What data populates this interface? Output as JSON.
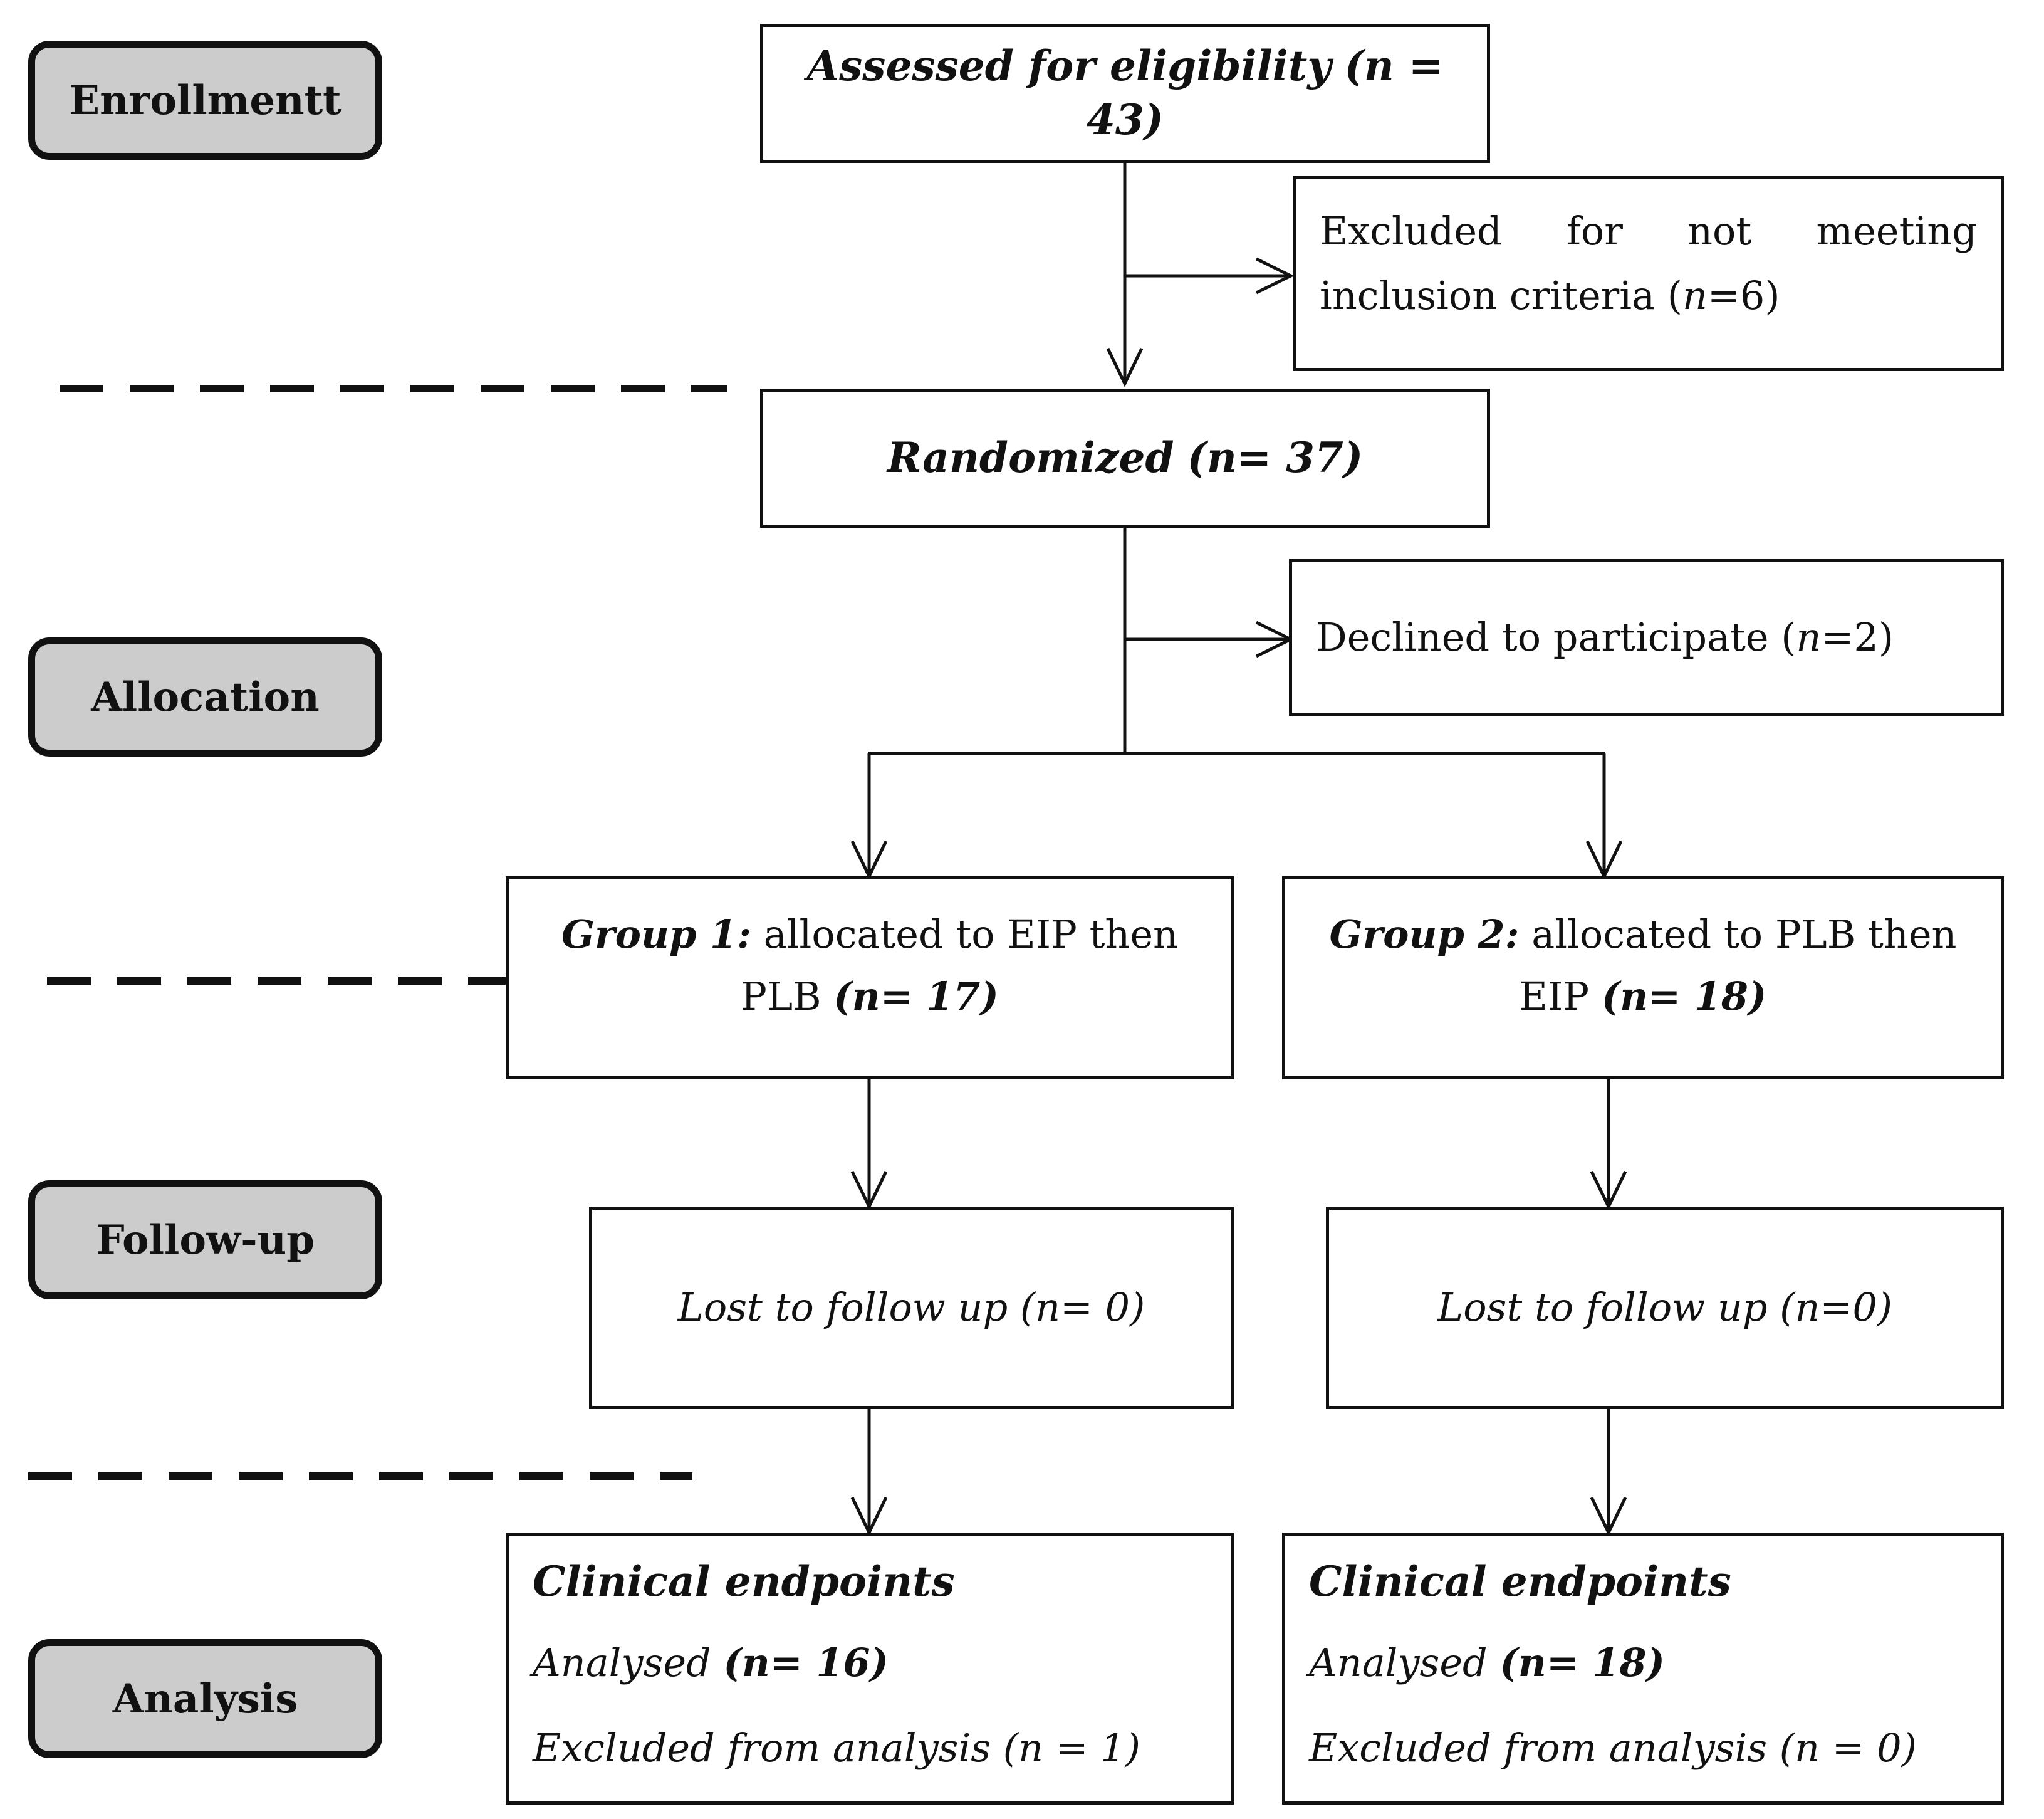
{
  "stages": {
    "enrollment": "Enrollmentt",
    "allocation": "Allocation",
    "followup": "Follow-up",
    "analysis": "Analysis"
  },
  "assessed": {
    "label": "Assessed for eligibility",
    "n": "(n = 43)"
  },
  "excluded": {
    "line1": "Excluded for not meeting",
    "line2_pre": "inclusion criteria (",
    "n": "n",
    "line2_post": "=6)"
  },
  "randomized": {
    "label": "Randomized",
    "n": "(n= 37)"
  },
  "declined": {
    "pre": "Declined to participate (",
    "n": "n",
    "post": "=2)"
  },
  "group1": {
    "name": "Group 1:",
    "text1": " allocated to EIP then",
    "text2": "PLB ",
    "n": "(n= 17)"
  },
  "group2": {
    "name": "Group 2:",
    "text1": " allocated to PLB then",
    "text2": "EIP ",
    "n": "(n= 18)"
  },
  "lost1": {
    "text": "Lost to follow up (n= 0)"
  },
  "lost2": {
    "text": "Lost to follow up (n=0)"
  },
  "analysis1": {
    "title": "Clinical endpoints",
    "analysed": "Analysed ",
    "analysed_n": "(n= 16)",
    "excluded": "Excluded from analysis (n = 1)"
  },
  "analysis2": {
    "title": "Clinical endpoints",
    "analysed": "Analysed ",
    "analysed_n": "(n= 18)",
    "excluded": "Excluded from analysis (n = 0)"
  }
}
